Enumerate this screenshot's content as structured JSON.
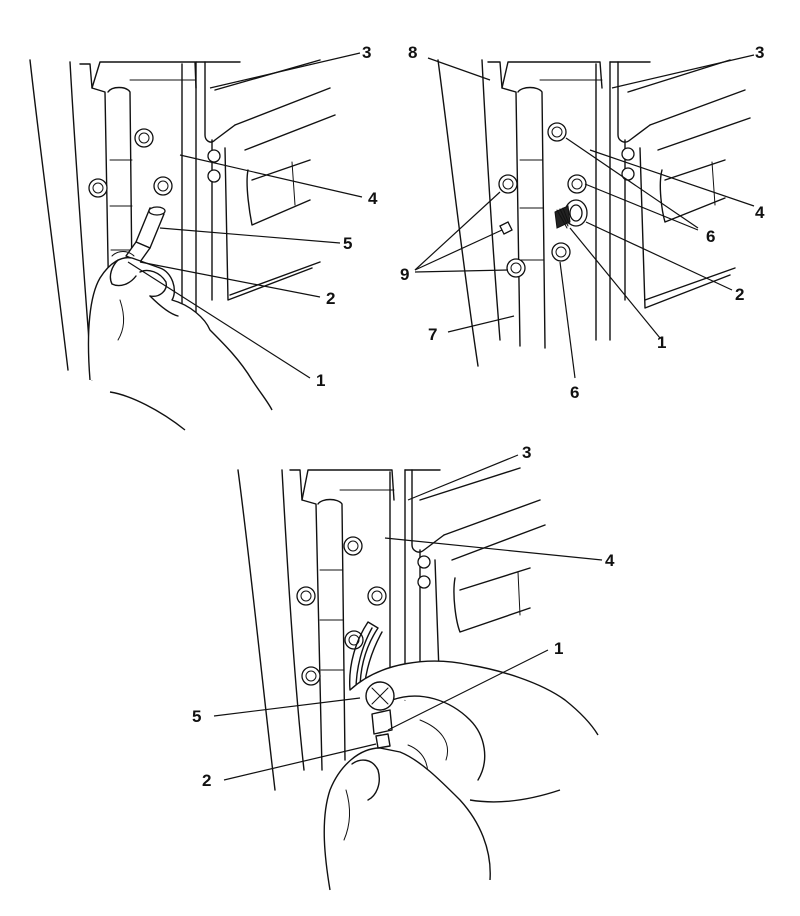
{
  "panels": [
    {
      "callouts": [
        {
          "id": "c1-3",
          "text": "3"
        },
        {
          "id": "c1-4",
          "text": "4"
        },
        {
          "id": "c1-5",
          "text": "5"
        },
        {
          "id": "c1-2",
          "text": "2"
        },
        {
          "id": "c1-1",
          "text": "1"
        }
      ]
    },
    {
      "callouts": [
        {
          "id": "c2-8",
          "text": "8"
        },
        {
          "id": "c2-3",
          "text": "3"
        },
        {
          "id": "c2-4",
          "text": "4"
        },
        {
          "id": "c2-6a",
          "text": "6"
        },
        {
          "id": "c2-9",
          "text": "9"
        },
        {
          "id": "c2-2",
          "text": "2"
        },
        {
          "id": "c2-7",
          "text": "7"
        },
        {
          "id": "c2-1",
          "text": "1"
        },
        {
          "id": "c2-6b",
          "text": "6"
        }
      ]
    },
    {
      "callouts": [
        {
          "id": "c3-3",
          "text": "3"
        },
        {
          "id": "c3-4",
          "text": "4"
        },
        {
          "id": "c3-1",
          "text": "1"
        },
        {
          "id": "c3-5",
          "text": "5"
        },
        {
          "id": "c3-2",
          "text": "2"
        }
      ]
    }
  ]
}
